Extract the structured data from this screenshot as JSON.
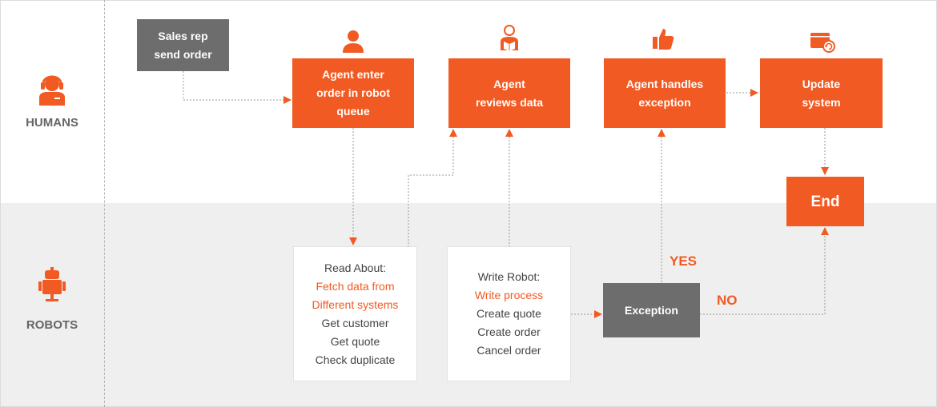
{
  "lanes": {
    "humans": "HUMANS",
    "robots": "ROBOTS"
  },
  "nodes": {
    "sales_rep": [
      "Sales rep",
      "send order"
    ],
    "agent_enter": [
      "Agent enter",
      "order in robot",
      "queue"
    ],
    "agent_reviews": [
      "Agent",
      "reviews data"
    ],
    "agent_handles": [
      "Agent handles",
      "exception"
    ],
    "update_system": [
      "Update",
      "system"
    ],
    "end": "End",
    "exception": "Exception",
    "read_robot": {
      "title": "Read About:",
      "highlight": [
        "Fetch data from",
        "Different systems"
      ],
      "steps": [
        "Get customer",
        "Get quote",
        "Check duplicate"
      ]
    },
    "write_robot": {
      "title": "Write Robot:",
      "highlight": [
        "Write process"
      ],
      "steps": [
        "Create quote",
        "Create order",
        "Cancel order"
      ]
    }
  },
  "edge_labels": {
    "yes": "YES",
    "no": "NO"
  },
  "colors": {
    "accent": "#f15a22",
    "gray_box": "#6d6d6d",
    "robot_lane_bg": "#efefef",
    "connector": "#9a9a9a"
  },
  "icons": {
    "humans_lane": "person-with-headset-icon",
    "robots_lane": "robot-icon",
    "agent_enter": "user-icon",
    "agent_reviews": "reading-person-icon",
    "agent_handles": "thumbs-up-icon",
    "update_system": "update-window-icon"
  }
}
